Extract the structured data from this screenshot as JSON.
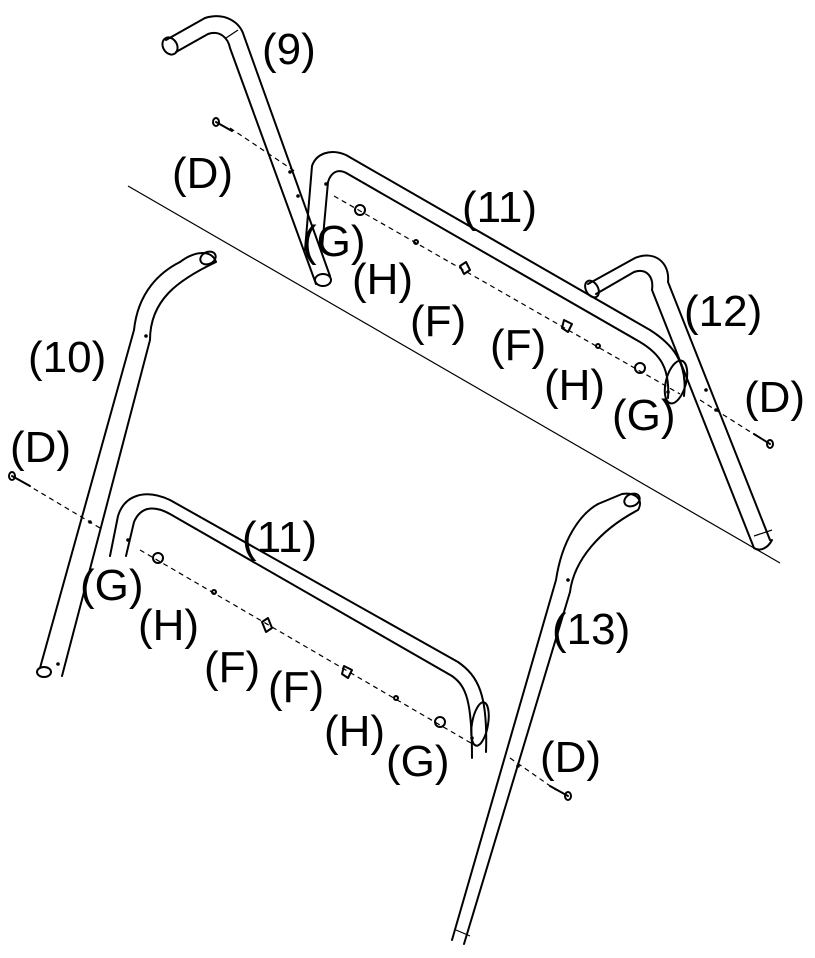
{
  "upper": {
    "part_9": "(9)",
    "part_11": "(11)",
    "part_12": "(12)",
    "d_left": "(D)",
    "g_left": "(G)",
    "h_left": "(H)",
    "f_left": "(F)",
    "f_right": "(F)",
    "h_right": "(H)",
    "g_right": "(G)",
    "d_right": "(D)"
  },
  "lower": {
    "part_10": "(10)",
    "part_11": "(11)",
    "part_13": "(13)",
    "d_left": "(D)",
    "g_left": "(G)",
    "h_left": "(H)",
    "f_left": "(F)",
    "f_right": "(F)",
    "h_right": "(H)",
    "g_right": "(G)",
    "d_right": "(D)"
  }
}
